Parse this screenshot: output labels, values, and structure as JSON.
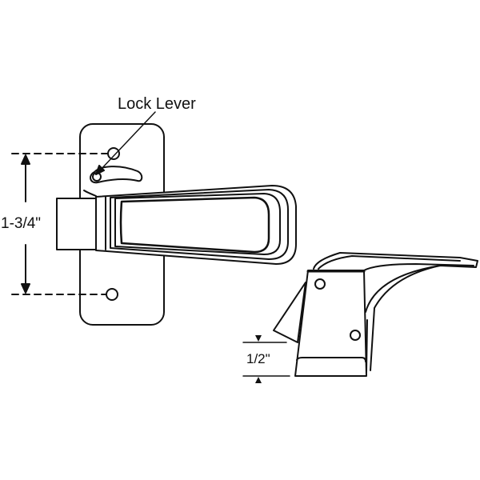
{
  "labels": {
    "lock_lever": "Lock Lever",
    "hole_spacing": "1-3/4\"",
    "height": "1/2\""
  },
  "colors": {
    "line": "#111111",
    "background": "#ffffff"
  }
}
